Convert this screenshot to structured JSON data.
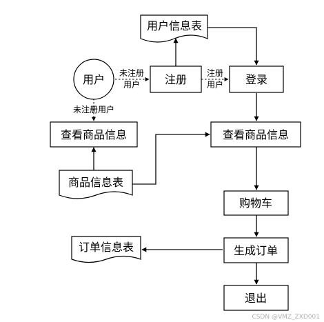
{
  "nodes": {
    "user": "用户",
    "register": "注册",
    "user_table": "用户信息表",
    "login": "登录",
    "view_goods_left": "查看商品信息",
    "view_goods_right": "查看商品信息",
    "goods_table": "商品信息表",
    "cart": "购物车",
    "generate_order": "生成订单",
    "order_table": "订单信息表",
    "logout": "退出"
  },
  "edge_labels": {
    "unregistered_line1": "未注册",
    "unregistered_line2": "用户",
    "registered_line1": "注册",
    "registered_line2": "用户",
    "unregistered_user": "未注册用户"
  },
  "watermark": "CSDN @VMZ_ZXD001"
}
